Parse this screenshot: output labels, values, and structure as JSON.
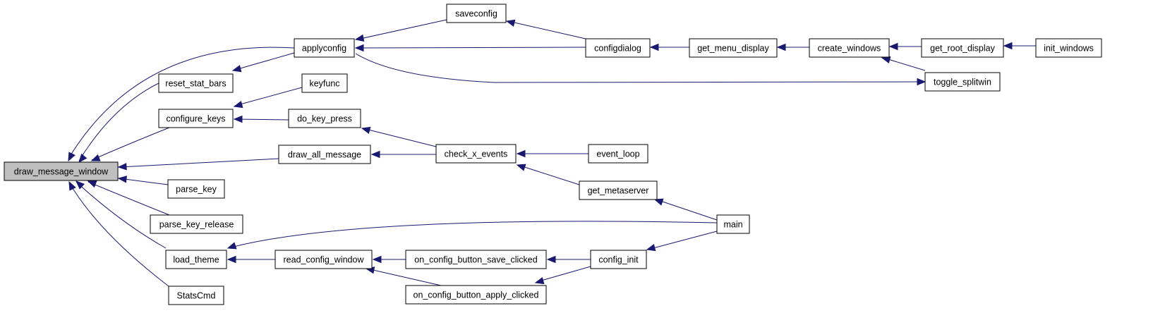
{
  "graph": {
    "nodes": {
      "draw_message_window": "draw_message_window",
      "applyconfig": "applyconfig",
      "reset_stat_bars": "reset_stat_bars",
      "configure_keys": "configure_keys",
      "draw_all_message": "draw_all_message",
      "parse_key": "parse_key",
      "parse_key_release": "parse_key_release",
      "load_theme": "load_theme",
      "StatsCmd": "StatsCmd",
      "saveconfig": "saveconfig",
      "configdialog": "configdialog",
      "get_menu_display": "get_menu_display",
      "create_windows": "create_windows",
      "get_root_display": "get_root_display",
      "init_windows": "init_windows",
      "toggle_splitwin": "toggle_splitwin",
      "keyfunc": "keyfunc",
      "do_key_press": "do_key_press",
      "check_x_events": "check_x_events",
      "event_loop": "event_loop",
      "get_metaserver": "get_metaserver",
      "main": "main",
      "read_config_window": "read_config_window",
      "on_config_button_save_clicked": "on_config_button_save_clicked",
      "on_config_button_apply_clicked": "on_config_button_apply_clicked",
      "config_init": "config_init"
    },
    "root": "draw_message_window",
    "colors": {
      "edge": "#191970",
      "root_fill": "#bfbfbf",
      "node_fill": "#ffffff",
      "node_border": "#000000"
    }
  }
}
